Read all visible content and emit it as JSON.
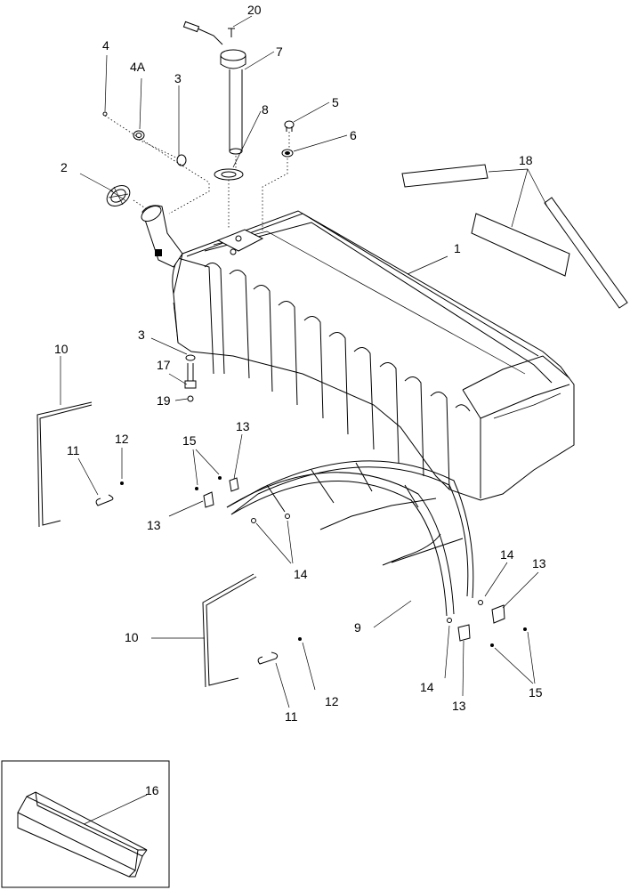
{
  "callouts": [
    {
      "id": "c1",
      "text": "1"
    },
    {
      "id": "c2",
      "text": "2"
    },
    {
      "id": "c3a",
      "text": "3"
    },
    {
      "id": "c3b",
      "text": "3"
    },
    {
      "id": "c4",
      "text": "4"
    },
    {
      "id": "c4a",
      "text": "4A"
    },
    {
      "id": "c5",
      "text": "5"
    },
    {
      "id": "c6",
      "text": "6"
    },
    {
      "id": "c7",
      "text": "7"
    },
    {
      "id": "c8",
      "text": "8"
    },
    {
      "id": "c9",
      "text": "9"
    },
    {
      "id": "c10a",
      "text": "10"
    },
    {
      "id": "c10b",
      "text": "10"
    },
    {
      "id": "c11a",
      "text": "11"
    },
    {
      "id": "c11b",
      "text": "11"
    },
    {
      "id": "c12a",
      "text": "12"
    },
    {
      "id": "c12b",
      "text": "12"
    },
    {
      "id": "c13a",
      "text": "13"
    },
    {
      "id": "c13b",
      "text": "13"
    },
    {
      "id": "c13c",
      "text": "13"
    },
    {
      "id": "c13d",
      "text": "13"
    },
    {
      "id": "c14a",
      "text": "14"
    },
    {
      "id": "c14b",
      "text": "14"
    },
    {
      "id": "c14c",
      "text": "14"
    },
    {
      "id": "c15a",
      "text": "15"
    },
    {
      "id": "c15b",
      "text": "15"
    },
    {
      "id": "c16",
      "text": "16"
    },
    {
      "id": "c17",
      "text": "17"
    },
    {
      "id": "c18",
      "text": "18"
    },
    {
      "id": "c19",
      "text": "19"
    },
    {
      "id": "c20",
      "text": "20"
    }
  ]
}
